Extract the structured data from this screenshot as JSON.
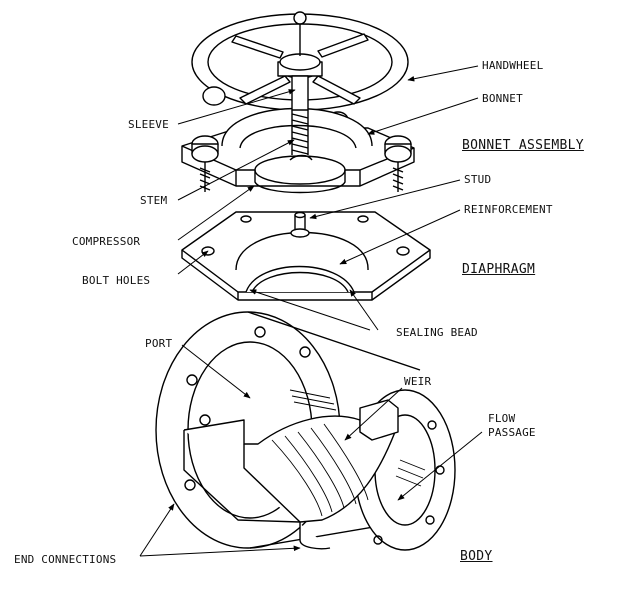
{
  "labels": {
    "handwheel": "HANDWHEEL",
    "bonnet": "BONNET",
    "sleeve": "SLEEVE",
    "stem": "STEM",
    "stud": "STUD",
    "reinforcement": "REINFORCEMENT",
    "compressor": "COMPRESSOR",
    "bolt_holes": "BOLT HOLES",
    "sealing_bead": "SEALING BEAD",
    "port": "PORT",
    "weir": "WEIR",
    "flow_passage_1": "FLOW",
    "flow_passage_2": "PASSAGE",
    "end_connections": "END CONNECTIONS"
  },
  "sections": {
    "bonnet_assembly": "BONNET ASSEMBLY",
    "diaphragm": "DIAPHRAGM",
    "body": "BODY"
  }
}
